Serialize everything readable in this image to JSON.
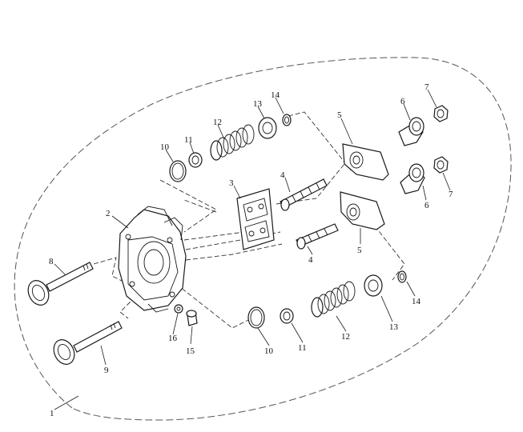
{
  "diagram": {
    "callouts": {
      "c1": "1",
      "c2": "2",
      "c3": "3",
      "c4a": "4",
      "c4b": "4",
      "c5a": "5",
      "c5b": "5",
      "c6a": "6",
      "c6b": "6",
      "c7a": "7",
      "c7b": "7",
      "c8": "8",
      "c9": "9",
      "c10a": "10",
      "c10b": "10",
      "c11a": "11",
      "c11b": "11",
      "c12a": "12",
      "c12b": "12",
      "c13a": "13",
      "c13b": "13",
      "c14a": "14",
      "c14b": "14",
      "c15": "15",
      "c16": "16"
    }
  }
}
